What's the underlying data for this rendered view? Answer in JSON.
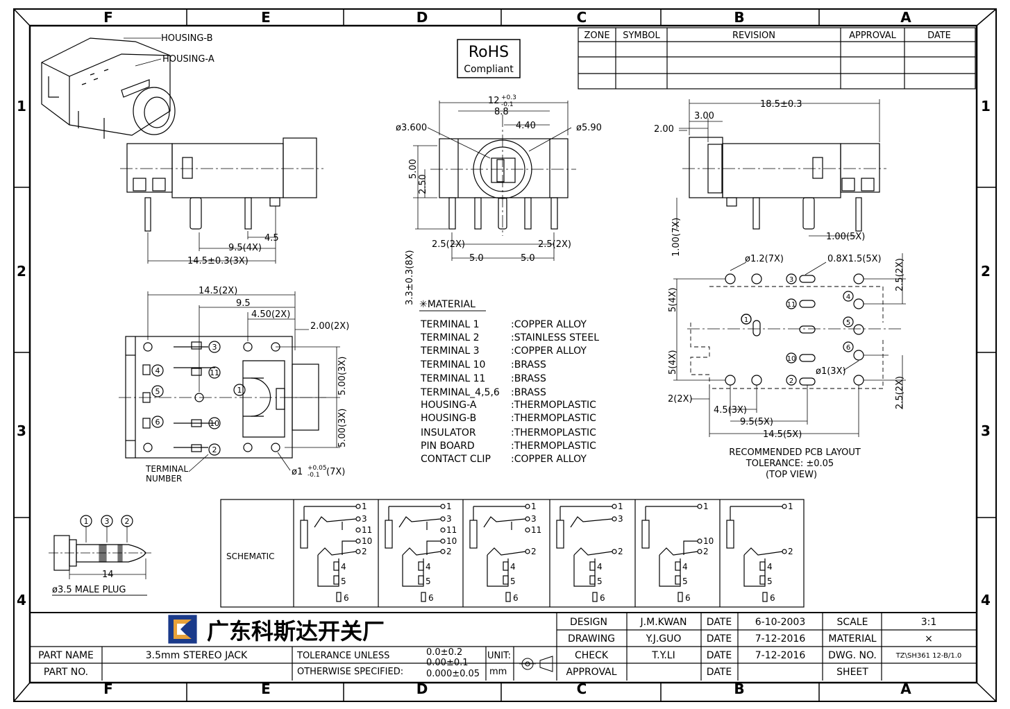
{
  "border": {
    "columns": [
      "F",
      "E",
      "D",
      "C",
      "B",
      "A"
    ],
    "rows": [
      "1",
      "2",
      "3",
      "4"
    ]
  },
  "revision_table": {
    "headers": [
      "ZONE",
      "SYMBOL",
      "REVISION",
      "APPROVAL",
      "DATE"
    ]
  },
  "rohs": {
    "line1": "RoHS",
    "line2": "Compliant"
  },
  "iso_view": {
    "housing_b": "HOUSING-B",
    "housing_a": "HOUSING-A"
  },
  "side_view": {
    "dim_pitch": "4.5",
    "dim_4x": "9.5(4X)",
    "dim_3x": "14.5±0.3(3X)"
  },
  "front_view": {
    "dim_width": "12",
    "dim_width_tol_plus": "+0.3",
    "dim_width_tol_minus": "-0.1",
    "dim_inner": "8.8",
    "dim_hole": "ø3.600",
    "dim_440": "4.40",
    "dim_590": "ø5.90",
    "dim_500": "5.00",
    "dim_250": "2.50",
    "dim_pin_height": "3.3±0.3(8X)",
    "dim_25_left": "2.5(2X)",
    "dim_25_right": "2.5(2X)",
    "dim_50_left": "5.0",
    "dim_50_right": "5.0"
  },
  "right_view": {
    "dim_total": "18.5±0.3",
    "dim_300": "3.00",
    "dim_200": "2.00",
    "dim_100_5x": "1.00(5X)"
  },
  "bottom_view": {
    "dim_145_2x": "14.5(2X)",
    "dim_95": "9.5",
    "dim_450_2x": "4.50(2X)",
    "dim_200_2x": "2.00(2X)",
    "dim_500_3x_a": "5.00(3X)",
    "dim_500_3x_b": "5.00(3X)",
    "dim_hole": "ø1",
    "dim_hole_tol_plus": "+0.05",
    "dim_hole_tol_minus": "-0.1",
    "dim_hole_count": "(7X)",
    "terminal_label_1": "TERMINAL",
    "terminal_label_2": "NUMBER",
    "terminals": [
      "3",
      "11",
      "1",
      "4",
      "5",
      "6",
      "10",
      "2"
    ]
  },
  "material": {
    "heading": "✳MATERIAL",
    "rows": [
      {
        "part": "TERMINAL  1",
        "material": ":COPPER  ALLOY"
      },
      {
        "part": "TERMINAL  2",
        "material": ":STAINLESS  STEEL"
      },
      {
        "part": "TERMINAL  3",
        "material": ":COPPER  ALLOY"
      },
      {
        "part": "TERMINAL  10",
        "material": ":BRASS"
      },
      {
        "part": "TERMINAL  11",
        "material": ":BRASS"
      },
      {
        "part": "TERMINAL_4,5,6",
        "material": ":BRASS"
      },
      {
        "part": "HOUSING-A",
        "material": ":THERMOPLASTIC"
      },
      {
        "part": "HOUSING-B",
        "material": ":THERMOPLASTIC"
      },
      {
        "part": "INSULATOR",
        "material": ":THERMOPLASTIC"
      },
      {
        "part": "PIN  BOARD",
        "material": ":THERMOPLASTIC"
      },
      {
        "part": "CONTACT  CLIP",
        "material": ":COPPER  ALLOY"
      }
    ]
  },
  "pcb_layout": {
    "dim_1_7x": "1.00(7X)",
    "dim_hole_7x": "ø1.2(7X)",
    "dim_slot_5x": "0.8X1.5(5X)",
    "dim_25_2x_top": "2.5(2X)",
    "dim_5_4x_a": "5(4X)",
    "dim_5_4x_b": "5(4X)",
    "dim_hole_3x": "ø1(3X)",
    "dim_2_2x": "2(2X)",
    "dim_45_3x": "4.5(3X)",
    "dim_95_5x": "9.5(5X)",
    "dim_145_5x": "14.5(5X)",
    "dim_25_2x_bottom": "2.5(2X)",
    "caption_1": "RECOMMENDED  PCB  LAYOUT",
    "caption_2": "TOLERANCE: ±0.05",
    "caption_3": "(TOP  VIEW)",
    "pads": [
      "3",
      "11",
      "4",
      "5",
      "1",
      "6",
      "10",
      "2"
    ]
  },
  "plug": {
    "labels": [
      "1",
      "3",
      "2"
    ],
    "dim_length": "14",
    "caption": "ø3.5  MALE  PLUG"
  },
  "schematic": {
    "label": "SCHEMATIC",
    "numbers": [
      "1",
      "3",
      "11",
      "10",
      "2",
      "4",
      "5",
      "6"
    ]
  },
  "title_block": {
    "company": "广东科斯达开关厂",
    "design_label": "DESIGN",
    "design_value": "J.M.KWAN",
    "design_date_label": "DATE",
    "design_date": "6-10-2003",
    "drawing_label": "DRAWING",
    "drawing_value": "Y.J.GUO",
    "drawing_date_label": "DATE",
    "drawing_date": "7-12-2016",
    "check_label": "CHECK",
    "check_value": "T.Y.LI",
    "check_date_label": "DATE",
    "check_date": "7-12-2016",
    "approval_label": "APPROVAL",
    "approval_value": "",
    "approval_date_label": "DATE",
    "approval_date": "",
    "scale_label": "SCALE",
    "scale_value": "3:1",
    "material_label": "MATERIAL",
    "material_value": "×",
    "dwg_label": "DWG. NO.",
    "dwg_value": "TZ\\SH361  12-B/1.0",
    "sheet_label": "SHEET",
    "sheet_value": "",
    "part_name_label": "PART NAME",
    "part_name_value": "3.5mm  STEREO  JACK",
    "part_no_label": "PART NO.",
    "part_no_value": "",
    "tolerance_label": "TOLERANCE  UNLESS",
    "otherwise_label": "OTHERWISE  SPECIFIED:",
    "tol_1": "0.0±0.2",
    "tol_2": "0.00±0.1",
    "tol_3": "0.000±0.05",
    "unit_label": "UNIT:",
    "unit_value": "mm"
  }
}
